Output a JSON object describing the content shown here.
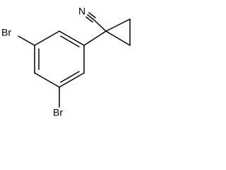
{
  "molecule": {
    "atoms": {
      "nitrogen": "N",
      "bromine_top": "Br",
      "bromine_bottom": "Br"
    },
    "colors": {
      "bond": "#000000",
      "text": "#000000",
      "background": "#ffffff"
    }
  }
}
